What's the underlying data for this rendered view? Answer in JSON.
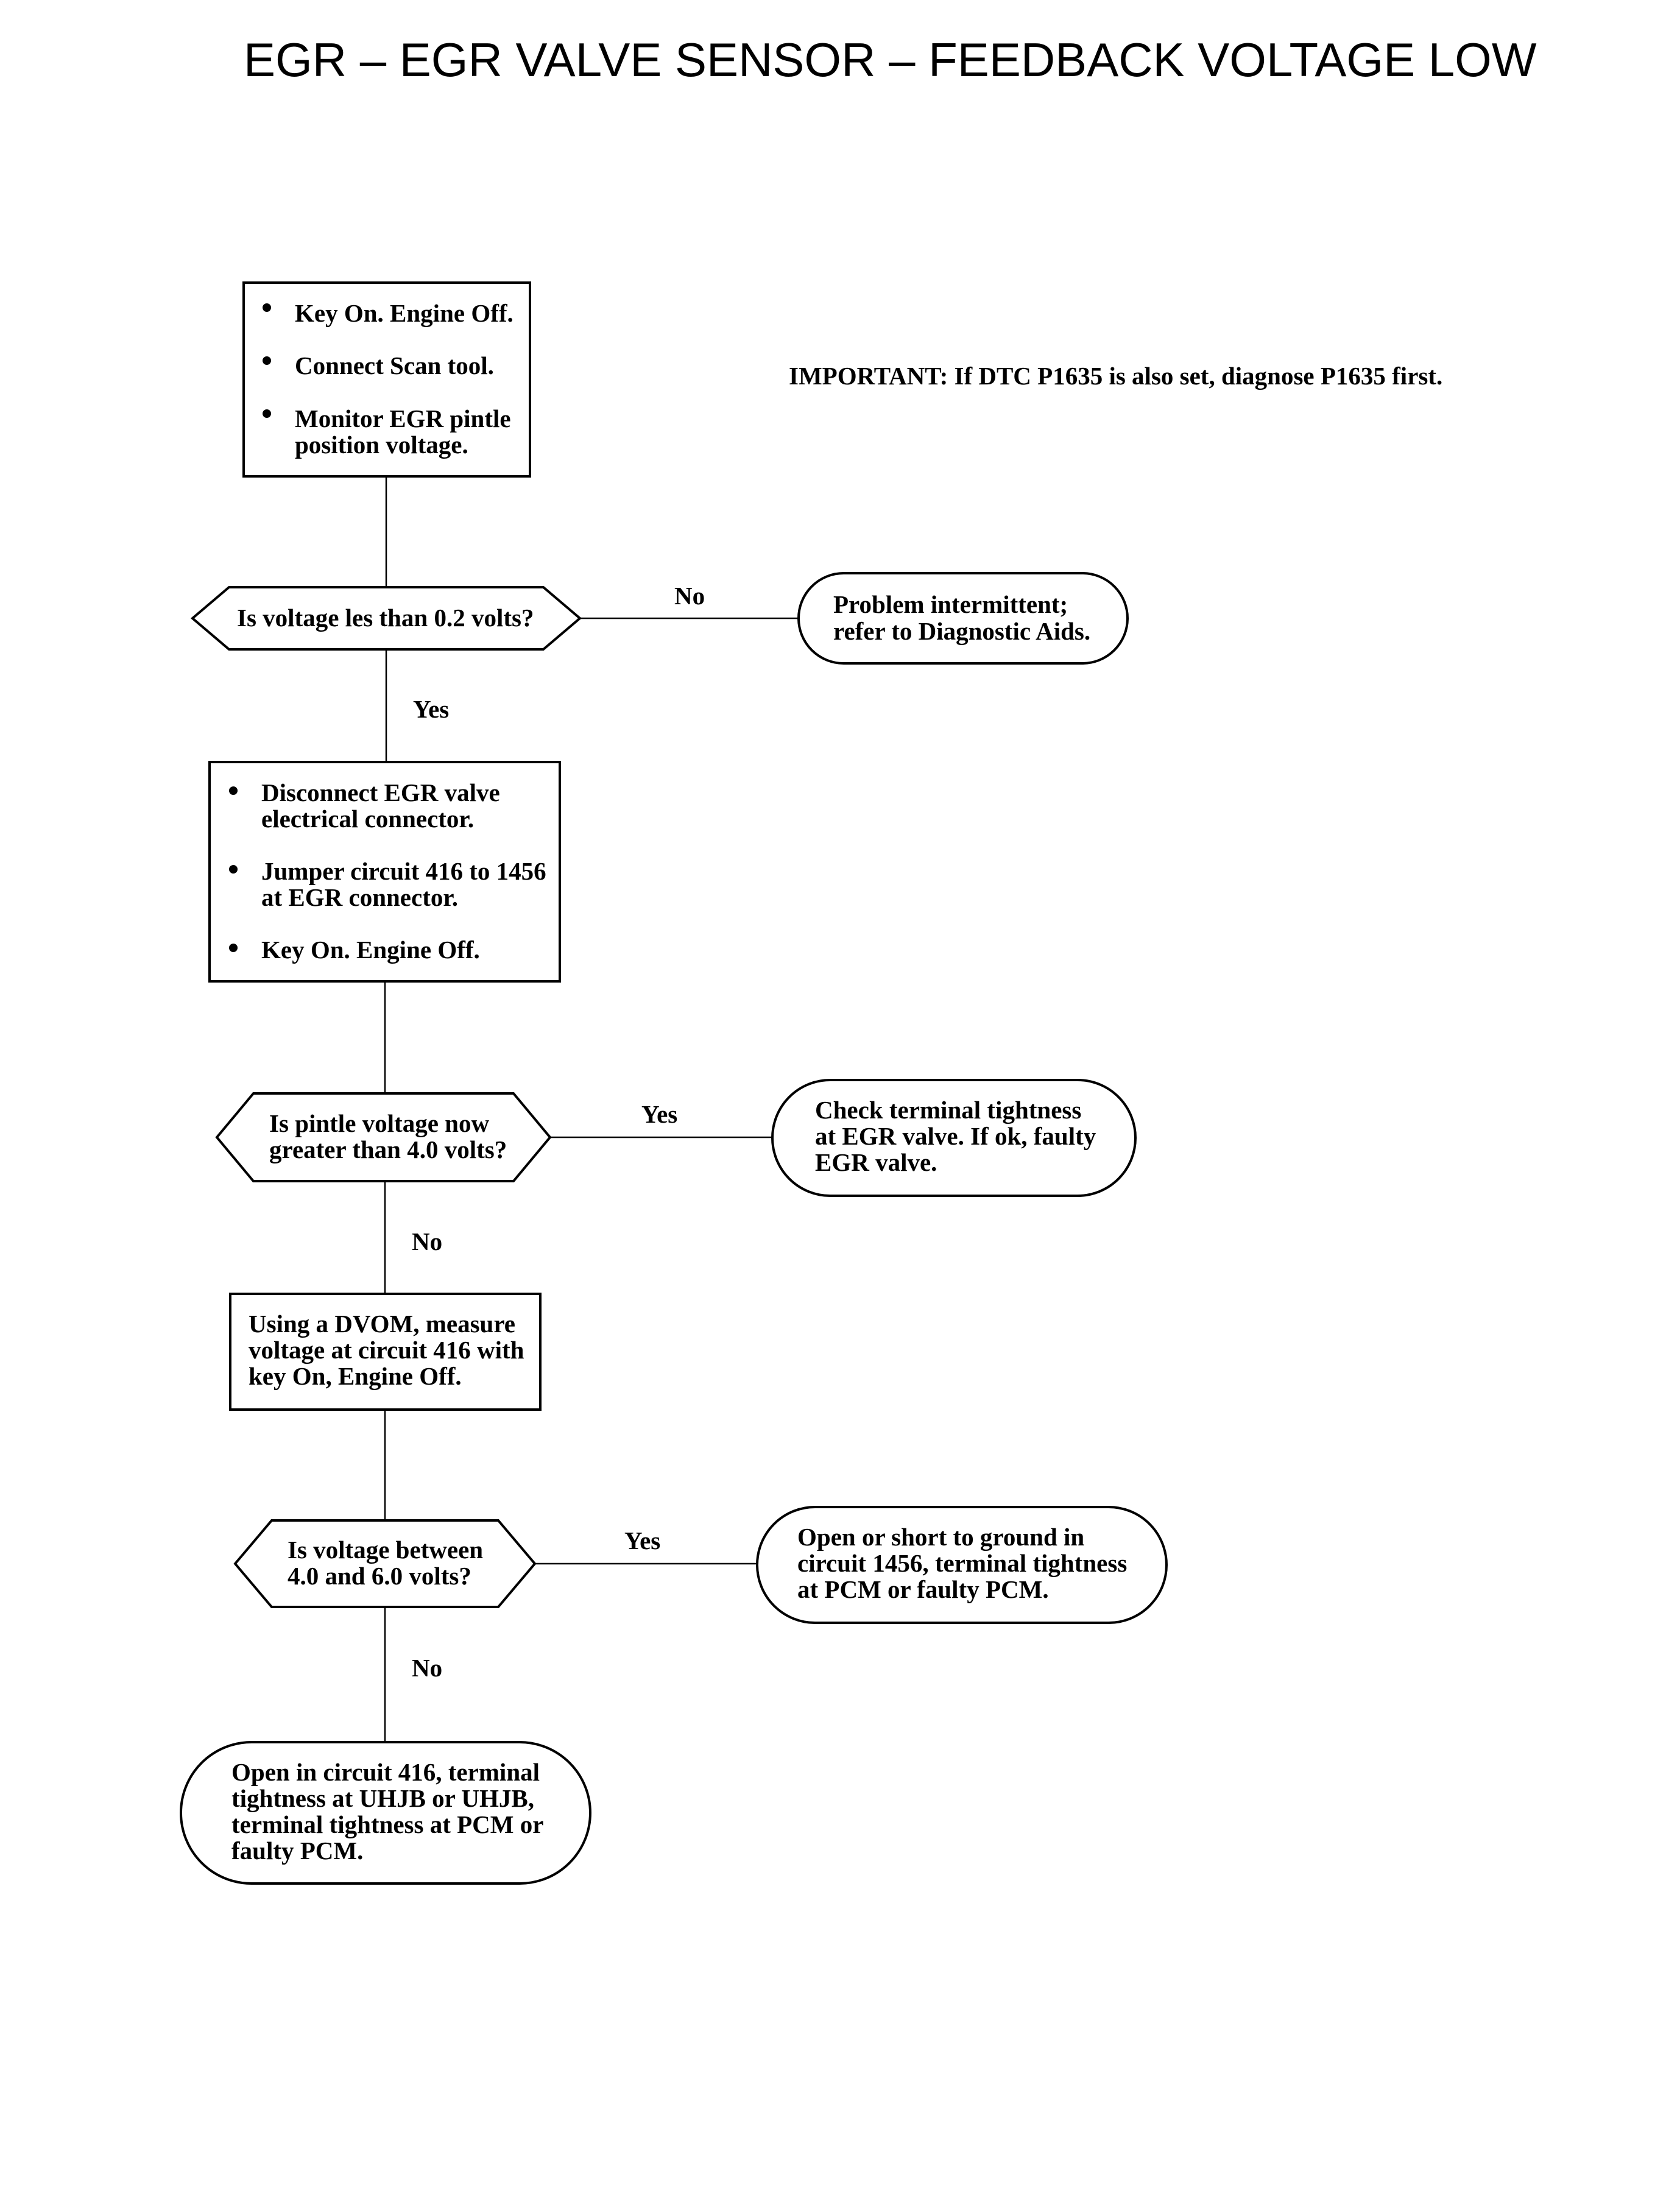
{
  "title": "EGR – EGR VALVE SENSOR – FEEDBACK VOLTAGE LOW",
  "important_note": "IMPORTANT:   If DTC P1635 is also set, diagnose P1635 first.",
  "step1": {
    "bullets": [
      [
        "Key On. Engine Off."
      ],
      [
        "Connect Scan tool."
      ],
      [
        "Monitor EGR pintle",
        "position voltage."
      ]
    ]
  },
  "decision1": {
    "lines": [
      "Is voltage les than 0.2 volts?"
    ],
    "no_label": "No",
    "yes_label": "Yes"
  },
  "result1": {
    "lines": [
      "Problem intermittent;",
      "refer to Diagnostic Aids."
    ]
  },
  "step2": {
    "bullets": [
      [
        "Disconnect EGR valve",
        "electrical connector."
      ],
      [
        "Jumper circuit 416 to 1456",
        "at EGR connector."
      ],
      [
        "Key On. Engine Off."
      ]
    ]
  },
  "decision2": {
    "lines": [
      "Is pintle voltage now",
      "greater than 4.0 volts?"
    ],
    "yes_label": "Yes",
    "no_label": "No"
  },
  "result2": {
    "lines": [
      "Check terminal tightness",
      "at EGR valve. If ok, faulty",
      "EGR valve."
    ]
  },
  "step3": {
    "lines": [
      "Using a DVOM, measure",
      "voltage at circuit 416 with",
      "key On, Engine Off."
    ]
  },
  "decision3": {
    "lines": [
      "Is voltage between",
      "4.0 and 6.0 volts?"
    ],
    "yes_label": "Yes",
    "no_label": "No"
  },
  "result3": {
    "lines": [
      "Open or short to ground in",
      "circuit 1456, terminal tightness",
      "at PCM or faulty PCM."
    ]
  },
  "result4": {
    "lines": [
      "Open in circuit 416, terminal",
      "tightness at UHJB or UHJB,",
      "terminal tightness at PCM or",
      "faulty PCM."
    ]
  }
}
